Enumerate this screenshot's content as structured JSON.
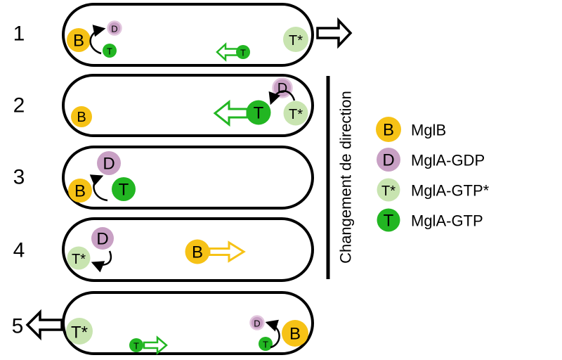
{
  "figure": {
    "description_domain": "cell-polarity-diagram",
    "colors": {
      "mglb_yellow": "#F6C216",
      "mgla_gdp_purple": "#C8A0C4",
      "mgla_gdp_small_ring": "#E2C6DE",
      "mgla_gtp_star_light_green": "#C8E4B0",
      "mgla_gtp_green": "#22B622",
      "outline_black": "#000000"
    },
    "proteins": {
      "B": "B",
      "D": "D",
      "T": "T",
      "T_star": "T*"
    },
    "steps": [
      {
        "number": "1"
      },
      {
        "number": "2"
      },
      {
        "number": "3"
      },
      {
        "number": "4"
      },
      {
        "number": "5"
      }
    ],
    "annotation": {
      "bracket_label": "Changement de direction"
    },
    "legend": {
      "items": [
        {
          "symbol": "B",
          "label": "MglB"
        },
        {
          "symbol": "D",
          "label": "MglA-GDP"
        },
        {
          "symbol": "T*",
          "label": "MglA-GTP*"
        },
        {
          "symbol": "T",
          "label": "MglA-GTP"
        }
      ]
    }
  }
}
